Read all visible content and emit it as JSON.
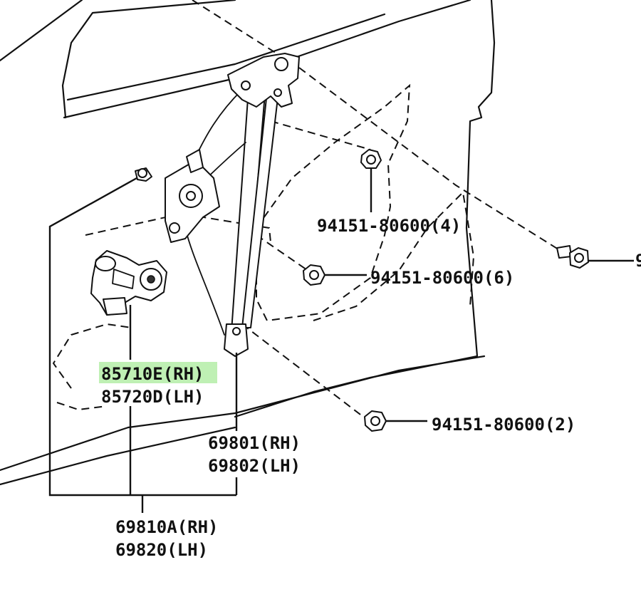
{
  "labels": {
    "nut_4": "94151-80600(4)",
    "nut_6": "94151-80600(6)",
    "nut_2": "94151-80600(2)",
    "bolt_cut": "9",
    "motor_rh": "85710E(RH)",
    "motor_lh": "85720D(LH)",
    "regulator_rh": "69801(RH)",
    "regulator_lh": "69802(LH)",
    "assy_rh": "69810A(RH)",
    "assy_lh": "69820(LH)"
  },
  "colors": {
    "highlight": "#bff0b4",
    "ink": "#111111"
  }
}
